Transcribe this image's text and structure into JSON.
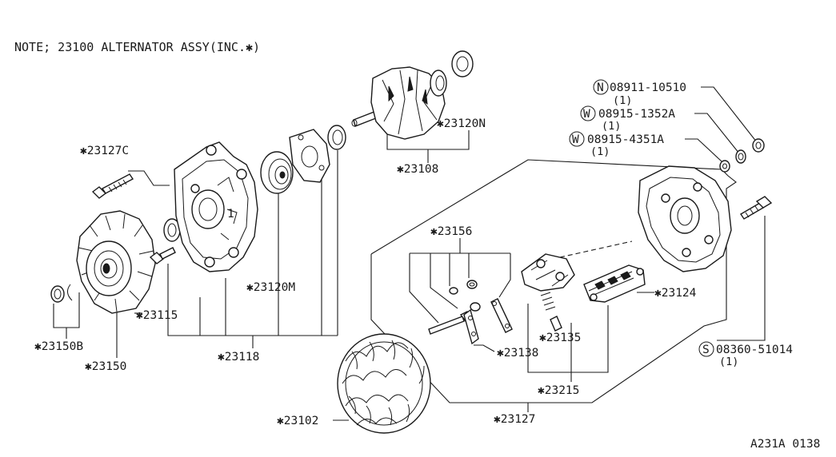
{
  "note": "NOTE; 23100 ALTERNATOR ASSY(INC.✱)",
  "figure_code": "A231A 0138",
  "fasteners": [
    {
      "prefix": "N",
      "code": "08911-10510",
      "qty": "(1)"
    },
    {
      "prefix": "W",
      "code": "08915-1352A",
      "qty": "(1)"
    },
    {
      "prefix": "W",
      "code": "08915-4351A",
      "qty": "(1)"
    },
    {
      "prefix": "S",
      "code": "08360-51014",
      "qty": "(1)"
    }
  ],
  "callouts": {
    "p23127C": "✱23127C",
    "p23120N": "✱23120N",
    "p23108": "✱23108",
    "p23156": "✱23156",
    "p23120M": "✱23120M",
    "p23124": "✱23124",
    "p23115": "✱23115",
    "p23135": "✱23135",
    "p23138": "✱23138",
    "p23150B": "✱23150B",
    "p23118": "✱23118",
    "p23150": "✱23150",
    "p23215": "✱23215",
    "p23127": "✱23127",
    "p23102": "✱23102"
  },
  "colors": {
    "ink": "#1a1a1a",
    "paper": "#ffffff"
  }
}
